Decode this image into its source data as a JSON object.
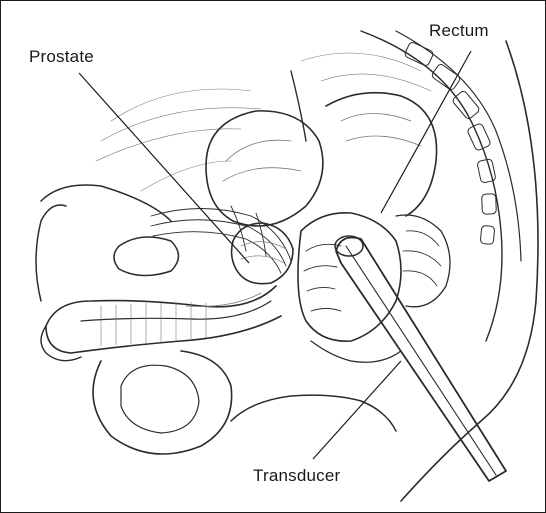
{
  "figure": {
    "labels": {
      "prostate": "Prostate",
      "rectum": "Rectum",
      "transducer": "Transducer"
    },
    "colors": {
      "ink": "#2b2b2b",
      "shading": "#cfcfcf",
      "background": "#ffffff"
    }
  }
}
